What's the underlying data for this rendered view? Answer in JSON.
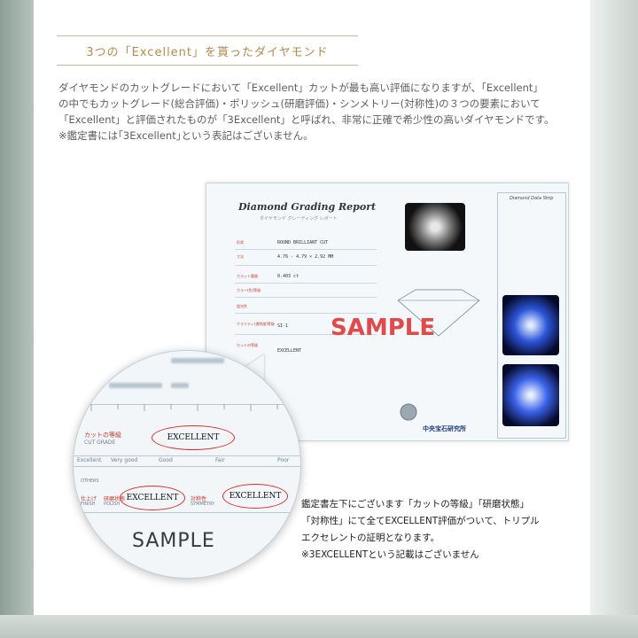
{
  "section": {
    "title": "3つの「Excellent」を貰ったダイヤモンド"
  },
  "body_text": {
    "lines": [
      "ダイヤモンドのカットグレードにおいて「Excellent」カットが最も高い評価になりますが、「Excellent」",
      "の中でもカットグレード(総合評価)・ポリッシュ(研磨評価)・シンメトリー(対称性)の３つの要素において",
      "「Excellent」と評価されたものが「3Excellent」と呼ばれ、非常に正確で希少性の高いダイヤモンドです。",
      "※鑑定書には｢3Excellent｣という表記はございません。"
    ]
  },
  "report": {
    "title": "Diamond Grading Report",
    "subtitle": "ダイヤモンド グレーディング レポート",
    "sample_label": "SAMPLE",
    "strip_title": "Diamond Data Strip",
    "shape": "ROUND BRILLIANT CUT",
    "measurements": "4.76 - 4.79 × 2.92 MM",
    "carat": "0.403 ct",
    "clarity": "SI-1",
    "cut": "EXCELLENT",
    "lab": "中央宝石研究所",
    "row_labels": [
      "形状",
      "寸法",
      "カラット重量",
      "カラー(色)等級",
      "蛍光性",
      "クラリティ(透明度)等級",
      "カットの等級"
    ]
  },
  "magnifier": {
    "cut_grade_label": "カットの等級",
    "cut_grade_en": "CUT GRADE",
    "cut_grade_value": "EXCELLENT",
    "scale": [
      "Excellent",
      "Very good",
      "Good",
      "Fair",
      "Poor"
    ],
    "others_label": "OTHERS",
    "finish_label": "仕上げ",
    "finish_en": "FINISH",
    "polish_label": "研磨状態",
    "polish_en": "POLISH",
    "polish_value": "EXCELLENT",
    "symmetry_label": "対称性",
    "symmetry_en": "SYMMETRY",
    "symmetry_value": "EXCELLENT",
    "sample_label": "SAMPLE"
  },
  "caption": {
    "lines": [
      "鑑定書左下にございます「カットの等級」「研磨状態」",
      "「対称性」にて全てEXCELLENT評価がついて、トリプル",
      "エクセレントの証明となります。",
      "※3EXCELLENTという記載はございません"
    ]
  },
  "colors": {
    "accent_gold": "#b28a4f",
    "sample_red": "#e14a4a",
    "oval_red": "#d72c2c"
  }
}
